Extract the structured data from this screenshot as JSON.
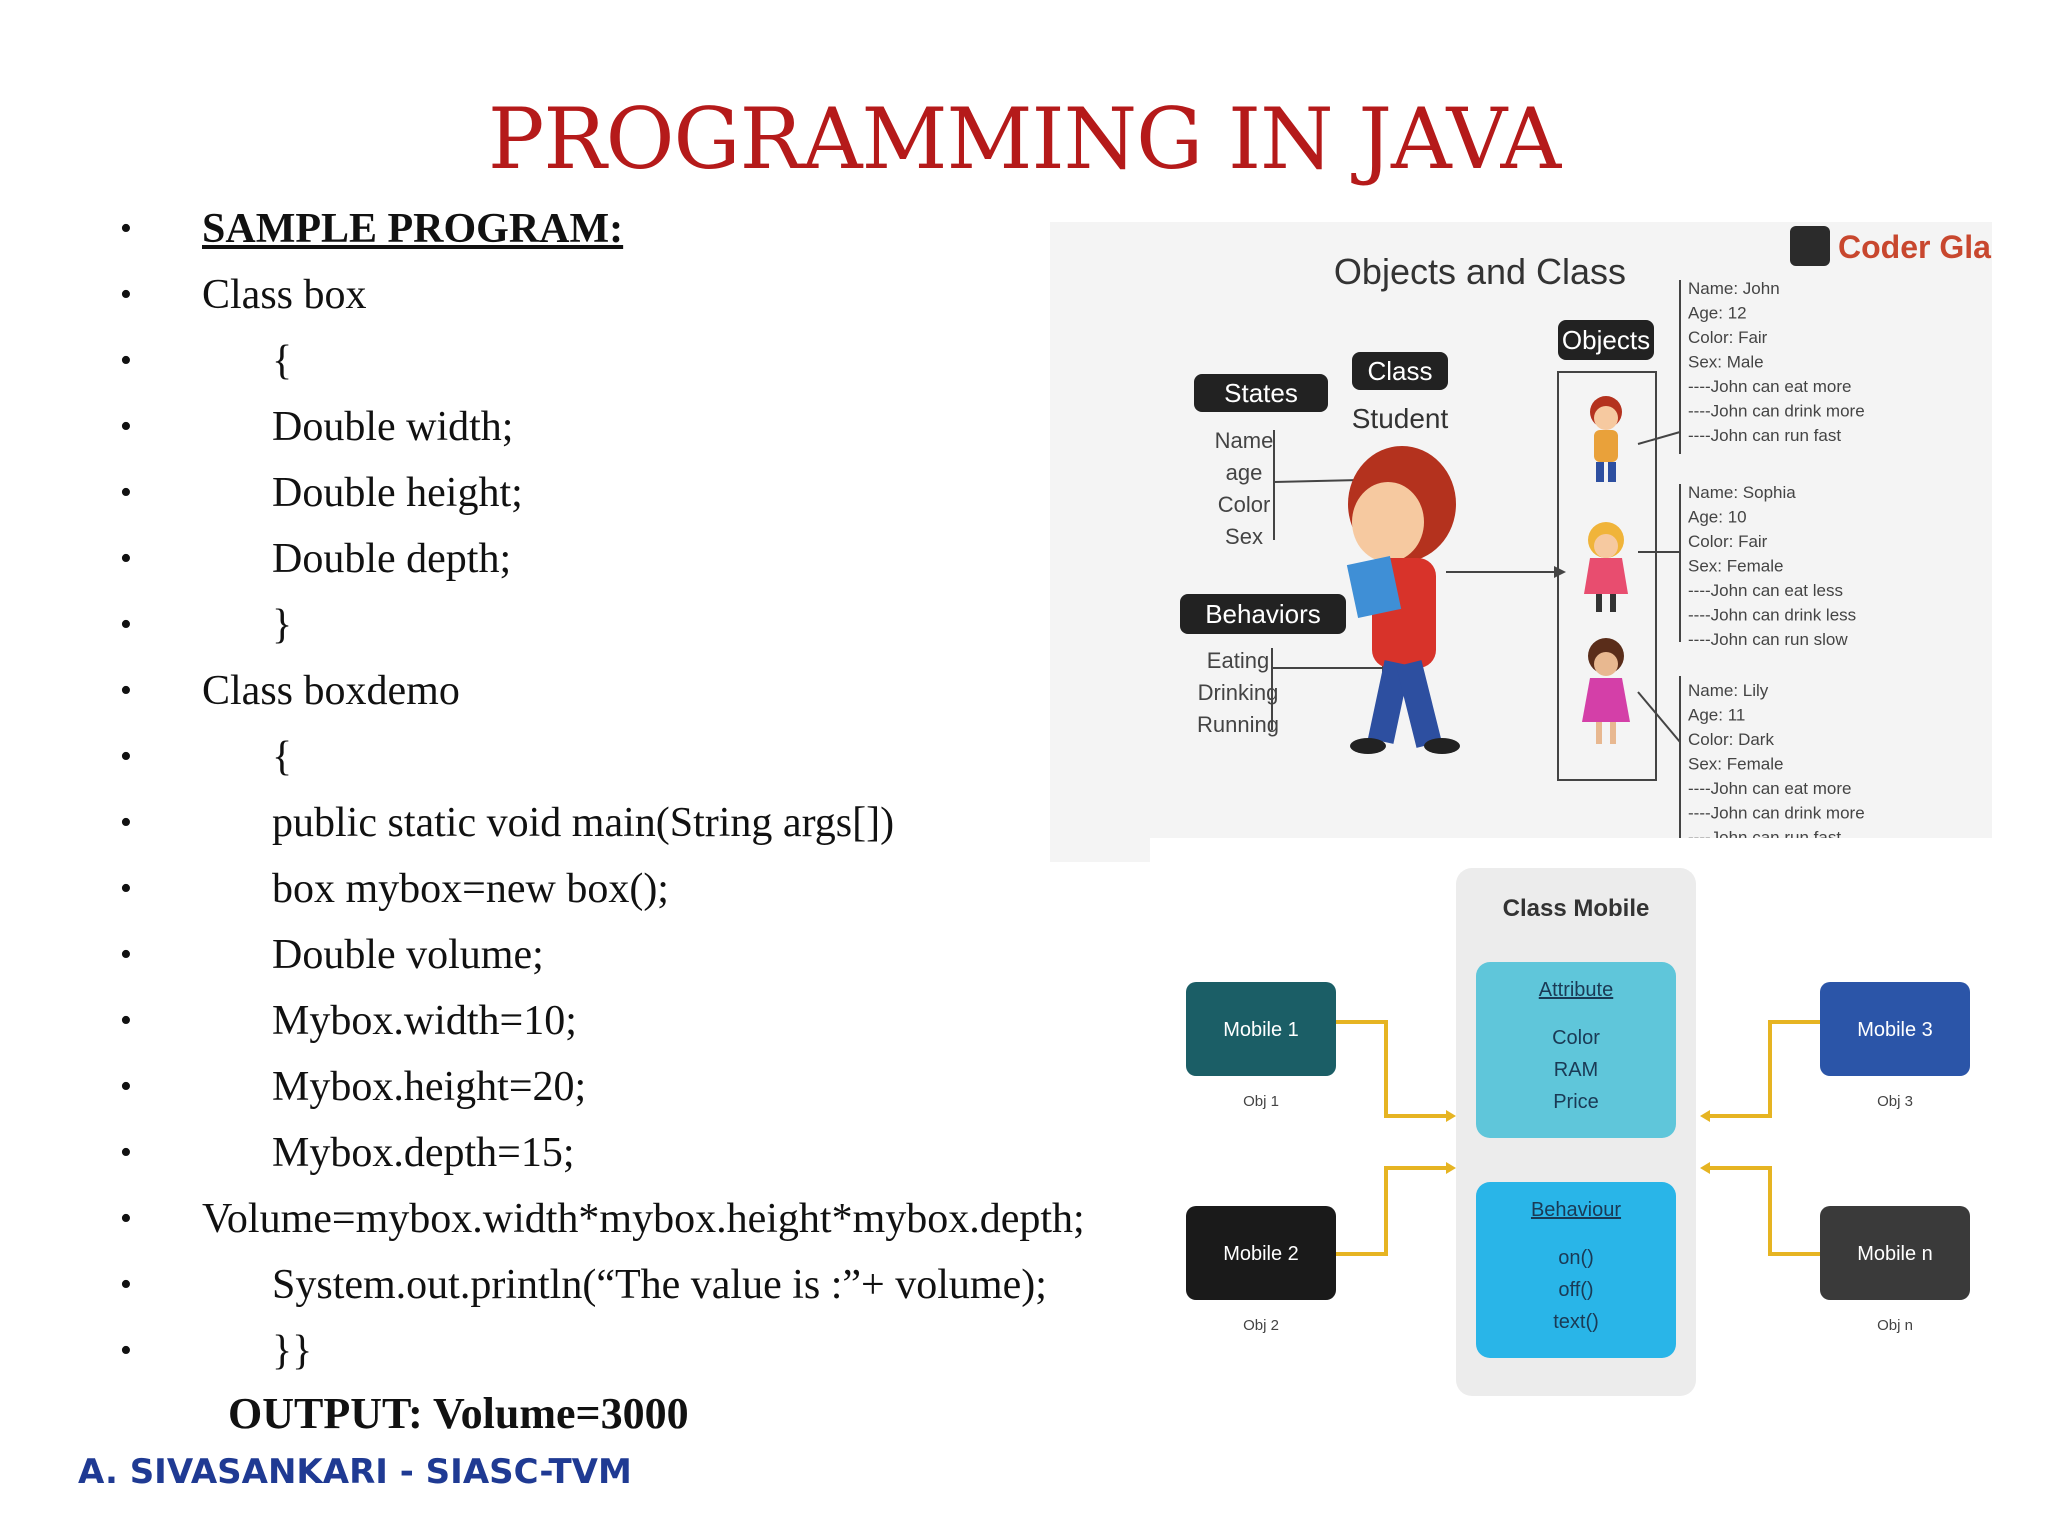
{
  "slide": {
    "title": "PROGRAMMING IN JAVA",
    "code_lines": [
      {
        "text": "SAMPLE PROGRAM:",
        "indent": false,
        "heading": true
      },
      {
        "text": "Class box",
        "indent": false
      },
      {
        "text": "{",
        "indent": true
      },
      {
        "text": "Double width;",
        "indent": true
      },
      {
        "text": "Double height;",
        "indent": true
      },
      {
        "text": "Double depth;",
        "indent": true
      },
      {
        "text": "}",
        "indent": true
      },
      {
        "text": "Class boxdemo",
        "indent": false
      },
      {
        "text": "{",
        "indent": true
      },
      {
        "text": "public static void main(String args[])",
        "indent": true
      },
      {
        "text": "box mybox=new box();",
        "indent": true
      },
      {
        "text": "Double volume;",
        "indent": true
      },
      {
        "text": "Mybox.width=10;",
        "indent": true
      },
      {
        "text": "Mybox.height=20;",
        "indent": true
      },
      {
        "text": "Mybox.depth=15;",
        "indent": true
      },
      {
        "text": "Volume=mybox.width*mybox.height*mybox.depth;",
        "indent": false
      },
      {
        "text": "System.out.println(“The value is :”+ volume);",
        "indent": true
      },
      {
        "text": "}}",
        "indent": true
      }
    ],
    "bullet": "•",
    "output": "OUTPUT: Volume=3000",
    "author": "A. SIVASANKARI - SIASC-TVM"
  },
  "objects_image": {
    "brand": "Coder Glass",
    "heading": "Objects and Class",
    "states_label": "States",
    "states": [
      "Name",
      "age",
      "Color",
      "Sex"
    ],
    "behaviors_label": "Behaviors",
    "behaviors": [
      "Eating",
      "Drinking",
      "Running"
    ],
    "class_label": "Class",
    "class_name": "Student",
    "objects_label": "Objects",
    "object_details": [
      [
        "Name: John",
        "Age: 12",
        "Color: Fair",
        "Sex: Male",
        "----John can eat more",
        "----John can drink more",
        "----John can run fast"
      ],
      [
        "Name: Sophia",
        "Age: 10",
        "Color: Fair",
        "Sex: Female",
        "----John can eat less",
        "----John can drink less",
        "----John can run slow"
      ],
      [
        "Name: Lily",
        "Age: 11",
        "Color: Dark",
        "Sex: Female",
        "----John can eat more",
        "----John can drink more",
        "----John can run fast"
      ]
    ],
    "colors": {
      "badge": "#222222",
      "hair": "#b4321e",
      "shirt": "#d8332a",
      "pants": "#2d4fa0"
    }
  },
  "mobile_image": {
    "title": "Class Mobile",
    "attribute_label": "Attribute",
    "attributes": [
      "Color",
      "RAM",
      "Price"
    ],
    "behaviour_label": "Behaviour",
    "behaviours": [
      "on()",
      "off()",
      "text()"
    ],
    "objects": [
      {
        "label": "Mobile 1",
        "caption": "Obj 1",
        "color": "#1b5e66"
      },
      {
        "label": "Mobile 2",
        "caption": "Obj 2",
        "color": "#1a1a1a"
      },
      {
        "label": "Mobile 3",
        "caption": "Obj 3",
        "color": "#2b55a8"
      },
      {
        "label": "Mobile n",
        "caption": "Obj n",
        "color": "#3a3a3a"
      }
    ],
    "colors": {
      "attribute_box": "#5fc6da",
      "behaviour_box": "#29b5e8",
      "connector": "#e6b422",
      "panel": "#ececec"
    }
  }
}
